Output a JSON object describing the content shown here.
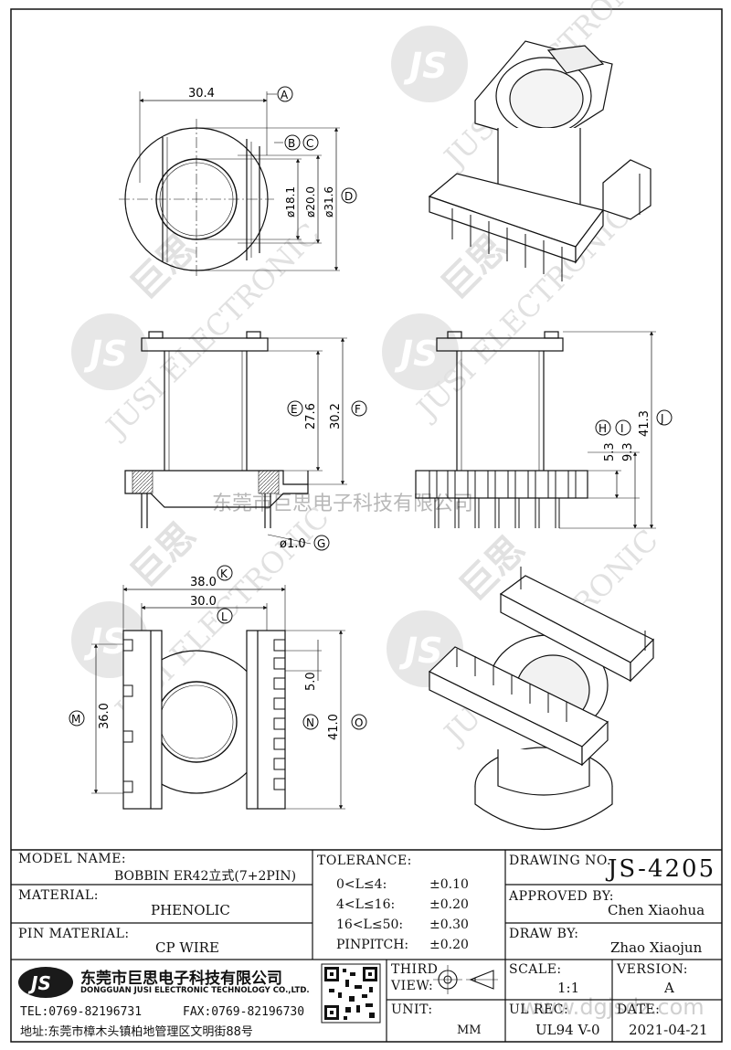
{
  "watermark": {
    "company_cn": "东莞市巨思电子科技有限公司",
    "brand": "JUSI ELECTRONIC",
    "logo": "JS",
    "brand_cn": "巨思",
    "site": "www.dgjsdz.com"
  },
  "dims": {
    "a_value": "30.4",
    "a_ref": "A",
    "b_ref": "B",
    "c_ref": "C",
    "d_ref": "D",
    "b_value": "ø18.1",
    "c_value": "ø20.0",
    "d_value": "ø31.6",
    "e_value": "27.6",
    "e_ref": "E",
    "f_value": "30.2",
    "f_ref": "F",
    "g_value": "ø1.0",
    "g_ref": "G",
    "h_value": "5.3",
    "h_ref": "H",
    "i_value": "9.3",
    "i_ref": "I",
    "j_value": "41.3",
    "j_ref": "J",
    "k_value": "38.0",
    "k_ref": "K",
    "l_value": "30.0",
    "l_ref": "L",
    "m_value": "36.0",
    "m_ref": "M",
    "n_value": "5.0",
    "n_ref": "N",
    "o_value": "41.0",
    "o_ref": "O"
  },
  "title_block": {
    "model_label": "MODEL NAME:",
    "model_value": "BOBBIN ER42立式(7+2PIN)",
    "material_label": "MATERIAL:",
    "material_value": "PHENOLIC",
    "pin_material_label": "PIN MATERIAL:",
    "pin_material_value": "CP WIRE",
    "tolerance_label": "TOLERANCE:",
    "tolerances": [
      {
        "range": "0<L≤4:",
        "value": "±0.10"
      },
      {
        "range": "4<L≤16:",
        "value": "±0.20"
      },
      {
        "range": "16<L≤50:",
        "value": "±0.30"
      },
      {
        "range": "PINPITCH:",
        "value": "±0.20"
      }
    ],
    "drawing_no_label": "DRAWING NO.",
    "drawing_no_value": "JS-4205",
    "approved_label": "APPROVED BY:",
    "approved_value": "Chen Xiaohua",
    "draw_label": "DRAW BY:",
    "draw_value": "Zhao Xiaojun",
    "third_view_label_1": "THIRD",
    "third_view_label_2": "VIEW:",
    "unit_label": "UNIT:",
    "unit_value": "MM",
    "scale_label": "SCALE:",
    "scale_value": "1:1",
    "version_label": "VERSION:",
    "version_value": "A",
    "ul_label": "UL REC:",
    "ul_value": "UL94 V-0",
    "date_label": "DATE:",
    "date_value": "2021-04-21",
    "company_logo": "JS",
    "company_cn": "东莞市巨思电子科技有限公司",
    "company_en": "DONGGUAN JUSI ELECTRONIC TECHNOLOGY CO.,LTD.",
    "tel": "TEL:0769-82196731",
    "fax": "FAX:0769-82196730",
    "address": "地址:东莞市樟木头镇柏地管理区文明街88号"
  }
}
